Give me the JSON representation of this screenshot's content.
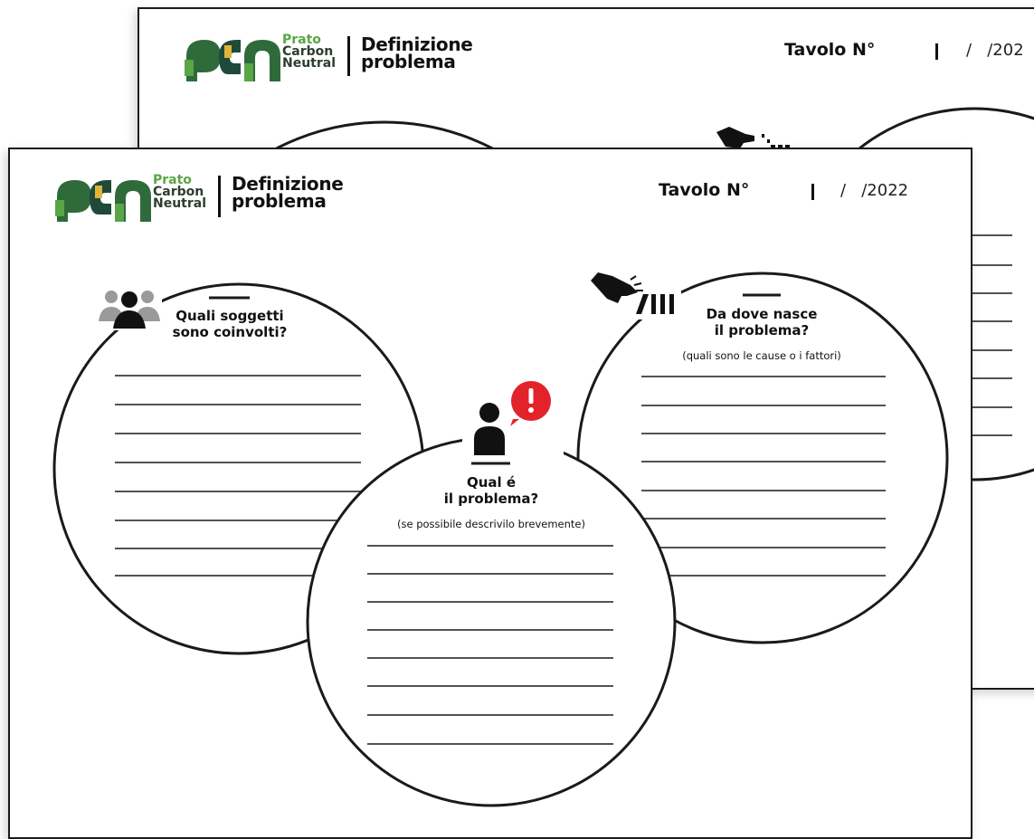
{
  "logo": {
    "line1": "Prato",
    "line2": "Carbon",
    "line3": "Neutral",
    "brand_colors": [
      "#5aa545",
      "#2f6b3a",
      "#e0b43a",
      "#1f4a3a"
    ]
  },
  "back_sheet": {
    "title_line1": "Definizione",
    "title_line2": "problema",
    "tavolo_label": "Tavolo N°",
    "date_text": "/   /202"
  },
  "front_sheet": {
    "title_line1": "Definizione",
    "title_line2": "problema",
    "tavolo_label": "Tavolo N°",
    "date_text": "/   /2022",
    "circles": {
      "left": {
        "title_line1": "Quali soggetti",
        "title_line2": "sono coinvolti?",
        "icon": "people-group-icon"
      },
      "center": {
        "title_line1": "Qual é",
        "title_line2": "il problema?",
        "subtitle": "(se possibile descrivilo brevemente)",
        "icon": "person-alert-icon",
        "alert_color": "#e3232b"
      },
      "right": {
        "title_line1": "Da dove nasce",
        "title_line2": "il problema?",
        "subtitle": "(quali sono le cause o i fattori)",
        "icon": "pointing-hand-icon"
      }
    }
  }
}
